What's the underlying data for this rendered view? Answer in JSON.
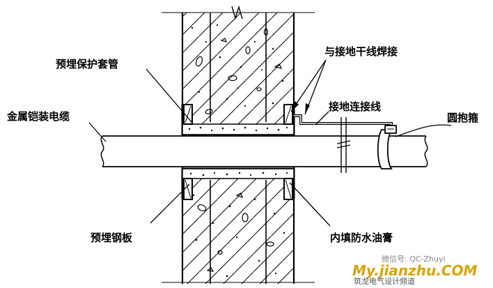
{
  "labels": {
    "sleeve": "预埋保护套管",
    "weld": "与接地干线焊接",
    "ground_wire": "接地连接线",
    "armored_cable": "金属铠装电缆",
    "clamp": "圆抱箍",
    "steel_plate": "预埋钢板",
    "waterproof_paste": "内填防水油膏"
  },
  "watermark": {
    "brand": "My.jianzhu.COM",
    "wechat": "微信号: QC-Zhuyi",
    "sub": "筑龙电气设计频道"
  },
  "colors": {
    "line": "#000000",
    "background": "#ffffff",
    "watermark_brand": "#d9a300",
    "watermark_text": "#555555"
  }
}
